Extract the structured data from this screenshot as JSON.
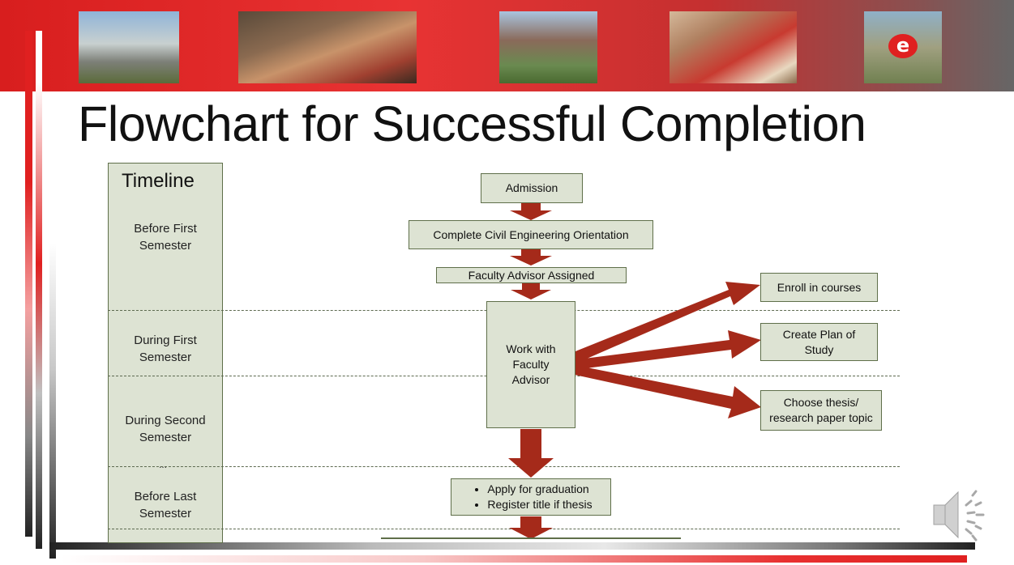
{
  "slide": {
    "title": "Flowchart for Successful Completion",
    "banner_photos": [
      {
        "name": "campus-building-photo"
      },
      {
        "name": "students-group-photo"
      },
      {
        "name": "campus-dorms-photo"
      },
      {
        "name": "student-lab-photo"
      },
      {
        "name": "aerial-campus-e-photo"
      }
    ],
    "logo_letter": "e"
  },
  "timeline": {
    "heading": "Timeline",
    "stages": [
      "Before First Semester",
      "During First Semester",
      "During Second Semester",
      "Before Last Semester"
    ],
    "ellipsis": "..."
  },
  "flow": {
    "admission": "Admission",
    "orientation": "Complete Civil Engineering Orientation",
    "advisor_assigned": "Faculty Advisor Assigned",
    "work_with_advisor": "Work with Faculty Advisor",
    "enroll": "Enroll in courses",
    "plan_of_study": "Create Plan of Study",
    "thesis_topic": "Choose thesis/ research paper topic",
    "graduation_items": [
      "Apply for graduation",
      "Register title if thesis"
    ]
  },
  "colors": {
    "banner_red": "#e02020",
    "box_fill": "#dde3d3",
    "box_border": "#5f6f4a",
    "arrow_red": "#a52a1a"
  },
  "icons": {
    "speaker": "speaker-icon"
  }
}
